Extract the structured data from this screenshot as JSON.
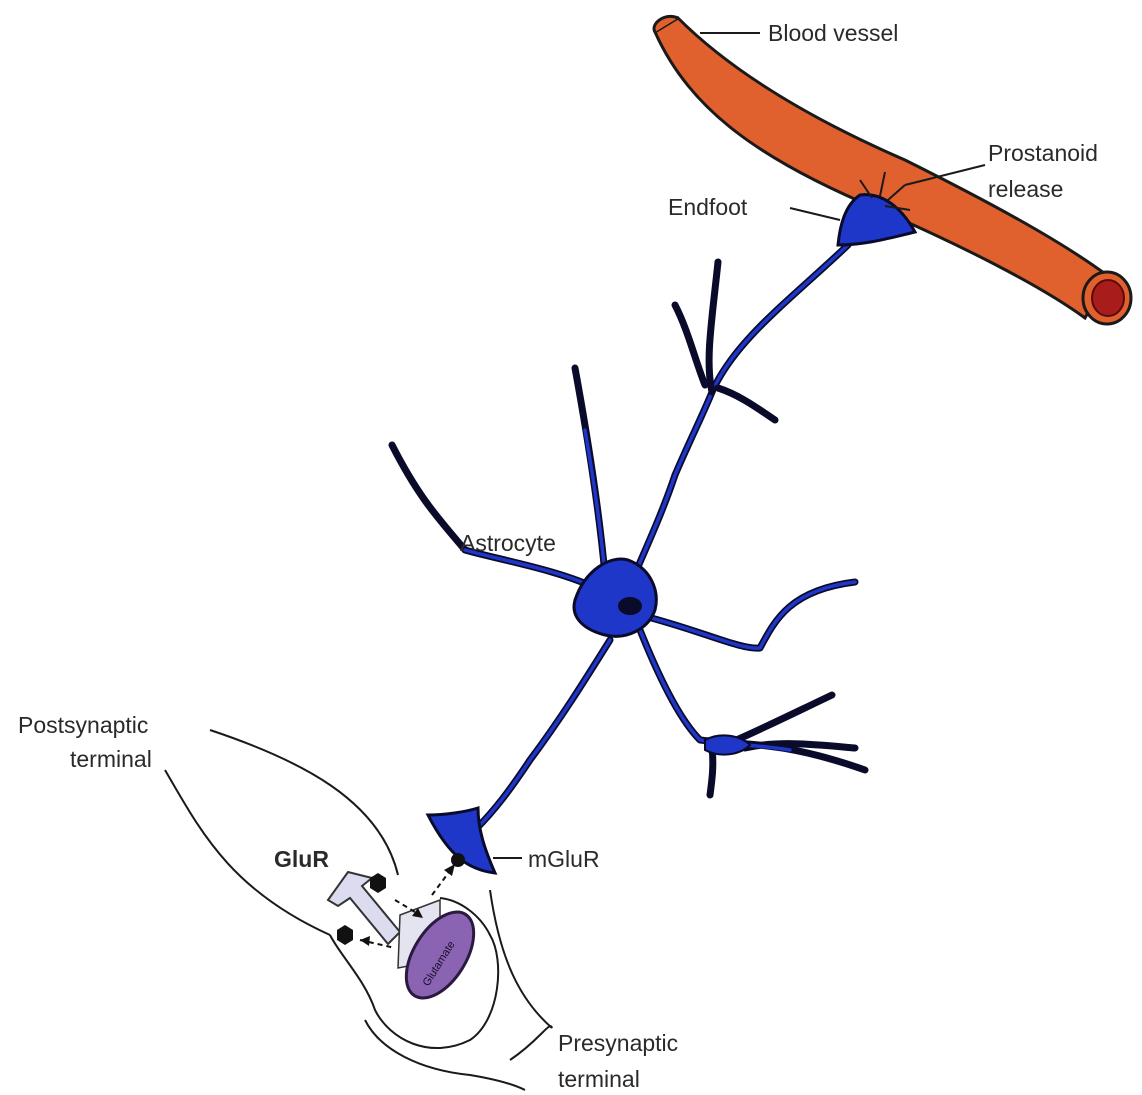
{
  "labels": {
    "blood_vessel": "Blood vessel",
    "prostanoid_line1": "Prostanoid",
    "prostanoid_line2": "release",
    "endfoot": "Endfoot",
    "astrocyte": "Astrocyte",
    "postsynaptic_line1": "Postsynaptic",
    "postsynaptic_line2": "terminal",
    "glur": "GluR",
    "mglur": "mGluR",
    "glutamate": "Glutamate",
    "presynaptic_line1": "Presynaptic",
    "presynaptic_line2": "terminal"
  },
  "colors": {
    "vessel": "#e0602e",
    "vessel_outline": "#1a1a1a",
    "vessel_lumen": "#a81c1c",
    "astrocyte": "#1f37c8",
    "astrocyte_outline": "#0a0a2a",
    "glutamate": "#8b63b3",
    "arrow_fill": "#dcdcf0",
    "receptor": "#111111"
  }
}
